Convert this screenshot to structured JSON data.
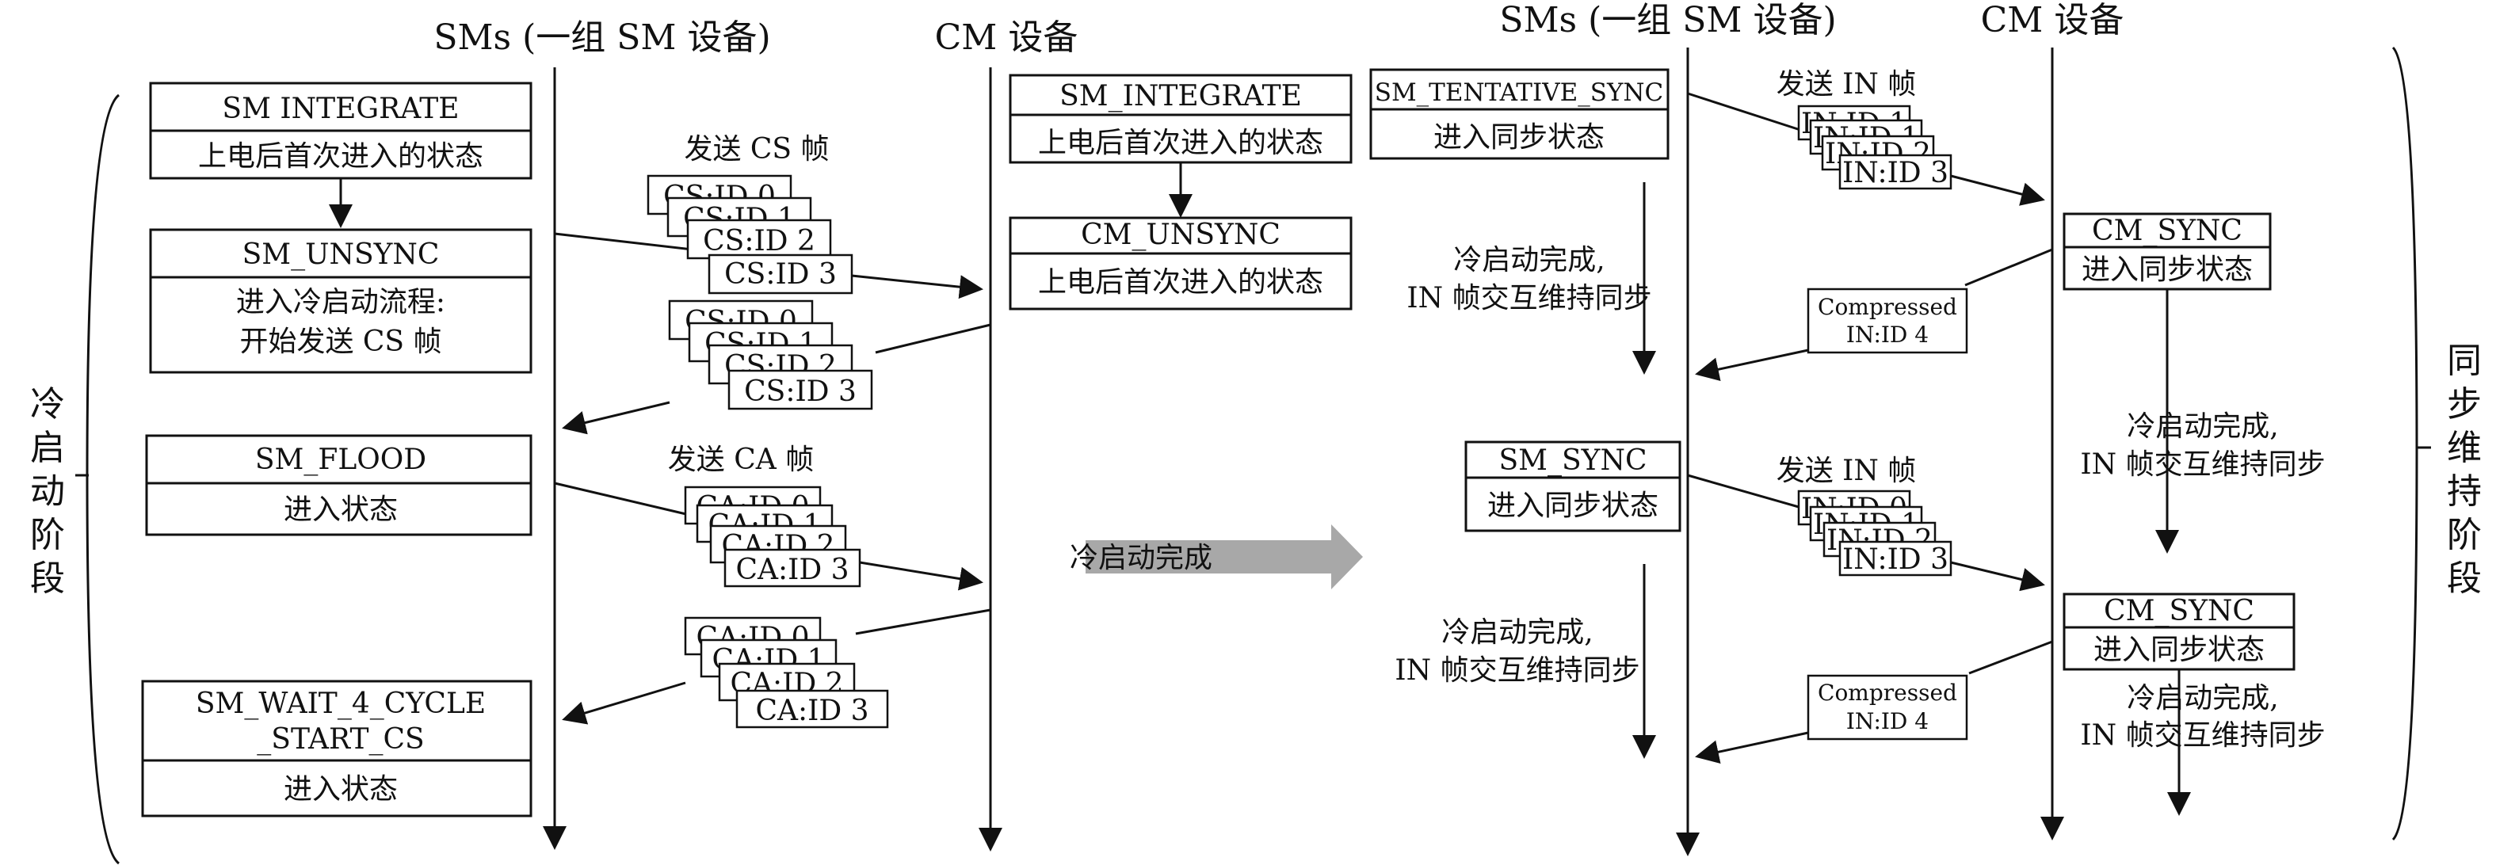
{
  "headers": {
    "left_sm": "SMs (一组 SM 设备)",
    "left_cm": "CM 设备",
    "right_sm": "SMs (一组 SM 设备)",
    "right_cm": "CM 设备"
  },
  "phase_labels": {
    "left": [
      "冷",
      "启",
      "动",
      "阶",
      "段"
    ],
    "right": [
      "同",
      "步",
      "维",
      "持",
      "阶",
      "段"
    ]
  },
  "left_sm_states": [
    {
      "title": "SM  INTEGRATE",
      "desc": [
        "上电后首次进入的状态"
      ]
    },
    {
      "title": "SM_UNSYNC",
      "desc": [
        "进入冷启动流程:",
        "开始发送 CS 帧"
      ]
    },
    {
      "title": "SM_FLOOD",
      "desc": [
        "进入状态"
      ]
    },
    {
      "title": "SM_WAIT_4_CYCLE",
      "title2": "_START_CS",
      "desc": [
        "进入状态"
      ]
    }
  ],
  "left_cm_states": [
    {
      "title": "SM_INTEGRATE",
      "desc": "上电后首次进入的状态"
    },
    {
      "title": "CM_UNSYNC",
      "desc": "上电后首次进入的状态"
    }
  ],
  "frame_labels": {
    "send_cs": "发送 CS 帧",
    "send_ca": "发送 CA 帧",
    "send_in_1": "发送 IN 帧",
    "send_in_2": "发送 IN 帧"
  },
  "frame_groups": {
    "cs": [
      "CS:ID 0",
      "CS:ID 1",
      "CS:ID 2",
      "CS:ID 3"
    ],
    "ca": [
      "CA:ID 0",
      "CA:ID 1",
      "CA:ID 2",
      "CA:ID 3"
    ],
    "in": [
      "IN:ID 1",
      "IN:ID 1",
      "IN:ID 2",
      "IN:ID 3"
    ],
    "in2": [
      "IN:ID 0",
      "IN:ID 1",
      "IN:ID 2",
      "IN:ID 3"
    ]
  },
  "transition_arrow": "冷启动完成",
  "right_sm_states": [
    {
      "title": "SM_TENTATIVE_SYNC",
      "desc": "进入同步状态"
    },
    {
      "title": "SM_SYNC",
      "desc": "进入同步状态"
    }
  ],
  "right_cm_states": [
    {
      "title": "CM_SYNC",
      "desc": "进入同步状态"
    },
    {
      "title": "CM_SYNC",
      "desc": "进入同步状态"
    }
  ],
  "compressed": [
    {
      "line1": "Compressed",
      "line2": "IN:ID 4"
    },
    {
      "line1": "Compressed",
      "line2": "IN:ID 4"
    }
  ],
  "notes": {
    "line1": "冷启动完成,",
    "line2": "IN 帧交互维持同步"
  }
}
